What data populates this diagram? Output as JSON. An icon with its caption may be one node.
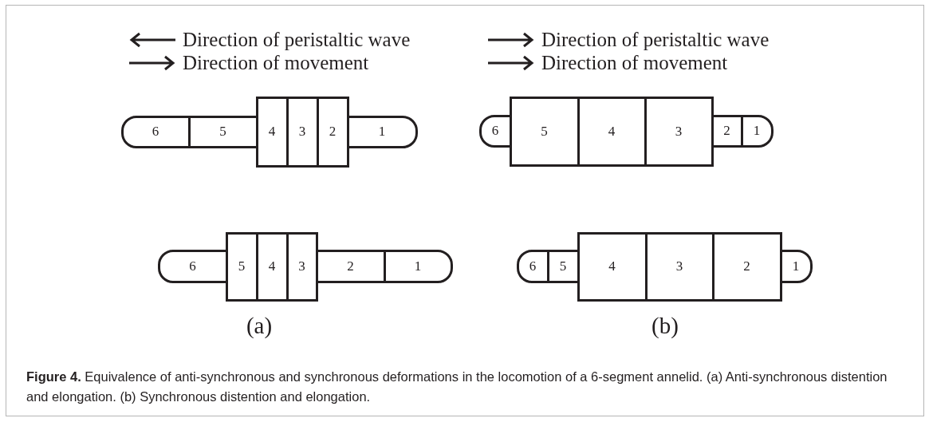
{
  "diagram": {
    "caption": "**Figure 4.** Equivalence of anti-synchronous and synchronous deformations in the locomotion of a 6-segment annelid. (a) Anti-synchronous distention and elongation. (b) Synchronous distention and elongation.",
    "nodes": [
      {
        "text": [
          "6"
        ]
      },
      {
        "text": [
          "5"
        ]
      },
      {
        "text": [
          "4"
        ]
      },
      {
        "text": [
          "3"
        ]
      },
      {
        "text": [
          "2"
        ]
      },
      {
        "text": [
          "1"
        ]
      },
      {
        "text": [
          "6"
        ]
      },
      {
        "text": [
          "5"
        ]
      },
      {
        "text": [
          "4"
        ]
      },
      {
        "text": [
          "3"
        ]
      },
      {
        "text": [
          "2"
        ]
      },
      {
        "text": [
          "1"
        ]
      },
      {
        "text": [
          "6"
        ]
      },
      {
        "text": [
          "5"
        ]
      },
      {
        "text": [
          "4"
        ]
      },
      {
        "text": [
          "3"
        ]
      },
      {
        "text": [
          "2"
        ]
      },
      {
        "text": [
          "1"
        ]
      },
      {
        "text": [
          "6"
        ]
      },
      {
        "text": [
          "5"
        ]
      },
      {
        "text": [
          "4"
        ]
      },
      {
        "text": [
          "3"
        ]
      },
      {
        "text": [
          "2"
        ]
      },
      {
        "text": [
          "1"
        ]
      }
    ],
    "labels": [
      "(a)",
      "(b)"
    ],
    "legend": [
      {
        "text": "Direction of peristaltic wave"
      },
      {
        "text": "Direction of movement"
      },
      {
        "text": "Direction of peristaltic wave"
      },
      {
        "text": "Direction of movement"
      }
    ]
  }
}
